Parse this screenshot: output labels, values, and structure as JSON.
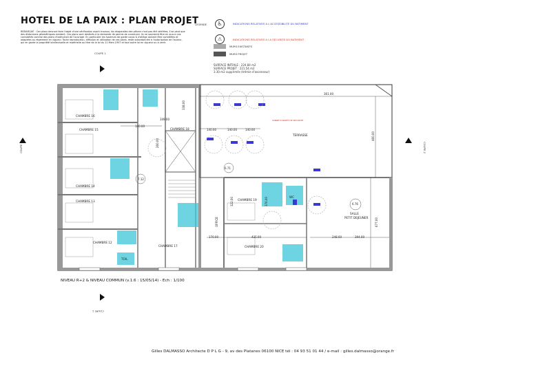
{
  "title": "HOTEL DE LA PAIX : PLAN PROJET",
  "remark": "REMARQUE : Ces plans devront faire l'objet d'une vérification avant travaux, les diagonales des pièces n'ont pas été vérifiées, il se peut que des distorsions géométriques existent. Ces plans sont destinés à la demande de permis de construire. Ils ne sauraient être en aucun cas considérés comme des plans d'exécution de l'ouvrage. En particulier les hauteurs de garde corps & d'allège doivent être contrôlées et adaptées au règlement en vigueur. Toute reproduction, diffusion et utilisation de ces plans, reste subordonnée à l'autorisation de l'auteur, qui en garde la propriété intellectuelle et matérielle au titre de la loi du 11 Mars 1957 et tout autre loi en vigueur ou à venir.",
  "legend": {
    "label": "LEGENDE",
    "accessibility": "INDICATIONS RELATIVES A L'ACCESSIBILITE DU BATIMENT",
    "security": "INDICATIONS RELATIVES A LA SECURITE DU BATIMENT",
    "existing_walls": "MURS EXISTANTS",
    "project_walls": "MURS PROJET",
    "accessibility_color": "#3a3ad0",
    "security_color": "#d23a2a"
  },
  "surfaces": {
    "initial": "SURFACE INITIALE : 224.84 m2",
    "project": "SURFACE PROJET : 221.54 m2",
    "removed": "3.30 m2 supprimés (trémie d'ascenseur)"
  },
  "rooms": {
    "ch16": "CHAMBRE 16",
    "ch15": "CHAMBRE 15",
    "ch14": "CHAMBRE 14",
    "ch13": "CHAMBRE 13",
    "ch12": "CHAMBRE 12",
    "ch17": "CHAMBRE 17",
    "ch18": "CHAMBRE 18",
    "ch19": "CHAMBRE 19",
    "ch20": "CHAMBRE 20",
    "terrasse": "TERRASSE",
    "salle": "SALLE",
    "petit_dej": "PETIT DEJEUNER",
    "office": "OFFICE",
    "wc": "WC",
    "toil": "TOIL"
  },
  "dimensions": {
    "d361": "361.00",
    "d460": "460.00",
    "d140a": "140.00",
    "d140b": "140.00",
    "d140c": "140.00",
    "d140d": "140.00",
    "d349": "349.00",
    "d338": "338.00",
    "d322": "322.00",
    "d376": "376.00",
    "d170": "170.00",
    "d435": "435.00",
    "d248": "248.00",
    "d394": "394.00",
    "d677": "677.00",
    "d260": "260.00",
    "lvl_671": "6.71",
    "lvl_712": "7.12",
    "lvl_676": "6.76"
  },
  "notes": {
    "terrasse_note": "VANNE D'ARRET DE SECURITE"
  },
  "cuts": {
    "c1": "COUPE 1",
    "c2": "COUPE 2"
  },
  "subtitle": "NIVEAU R+2 & NIVEAU COMMUN (v.1.6 : 15/05/14) - Ech : 1/100",
  "footer": "Gilles DALMASSO Architecte D P L G - 9, av des Platanes 06100 NICE tél : 04 93 51 01 44 / e-mail : gilles.dalmasso@orange.fr"
}
